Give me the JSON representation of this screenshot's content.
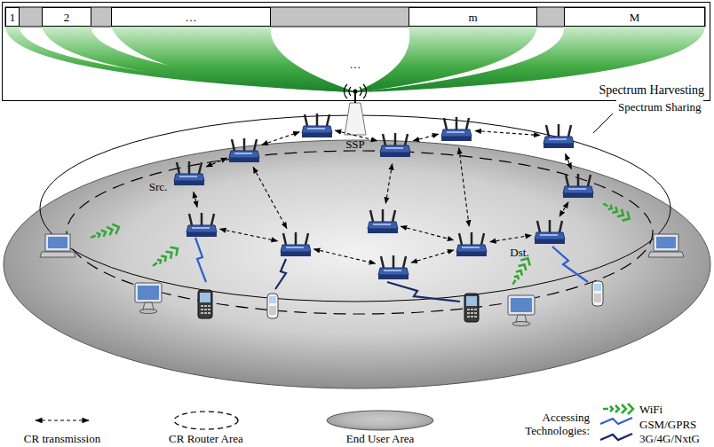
{
  "diagram": {
    "nodes": [
      {
        "text": [
          "Spectrum Harvesting"
        ]
      },
      {
        "text": [
          "1"
        ],
        "in": 0
      },
      {
        "text": [
          "2"
        ],
        "in": 0
      },
      {
        "text": [
          "…"
        ],
        "in": 0
      },
      {
        "text": [
          "m"
        ],
        "in": 0
      },
      {
        "text": [
          "M"
        ],
        "in": 0
      }
    ],
    "labels": [
      "…",
      "SSP",
      "Spectrum Sharing",
      "Src.",
      "Dst.",
      "Accessing Technologies:"
    ],
    "legend": [
      {
        "text": "CR transmission"
      },
      {
        "text": "CR Router Area"
      },
      {
        "text": "End User Area",
        "color": "#a8a8a8"
      },
      {
        "text": "WiFi"
      },
      {
        "text": "GSM/GPRS"
      },
      {
        "text": "3G/4G/NxtG"
      }
    ]
  }
}
